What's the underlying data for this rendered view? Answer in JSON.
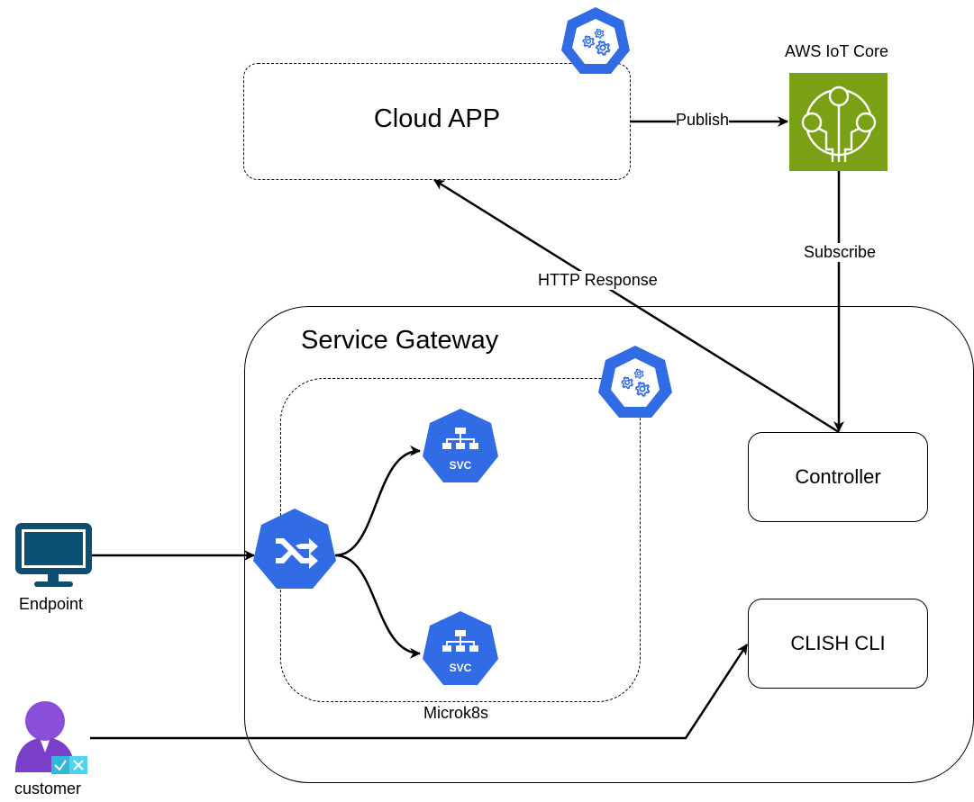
{
  "diagram": {
    "nodes": {
      "cloud_app": {
        "label": "Cloud APP"
      },
      "aws_iot_core": {
        "label": "AWS IoT Core",
        "color": "#7AA116"
      },
      "service_gateway": {
        "label": "Service Gateway"
      },
      "microk8s": {
        "label": "Microk8s"
      },
      "controller": {
        "label": "Controller"
      },
      "clish_cli": {
        "label": "CLISH CLI"
      },
      "endpoint": {
        "label": "Endpoint",
        "icon": "monitor-icon",
        "color": "#0B5073"
      },
      "customer": {
        "label": "customer",
        "icon": "user-icon",
        "color": "#8A4FD8"
      },
      "ingress": {
        "icon": "kubernetes-ingress-icon",
        "color": "#326CE5"
      },
      "svc_top": {
        "label": "SVC",
        "icon": "kubernetes-svc-icon",
        "color": "#326CE5"
      },
      "svc_bottom": {
        "label": "SVC",
        "icon": "kubernetes-svc-icon",
        "color": "#326CE5"
      },
      "k8s_badge_cloud": {
        "icon": "kubernetes-controller-manager-icon",
        "color": "#326CE5"
      },
      "k8s_badge_microk8s": {
        "icon": "kubernetes-controller-manager-icon",
        "color": "#326CE5"
      }
    },
    "edges": {
      "publish": {
        "label": "Publish",
        "from": "Cloud APP",
        "to": "AWS IoT Core"
      },
      "subscribe": {
        "label": "Subscribe",
        "from": "AWS IoT Core",
        "to": "Controller"
      },
      "http_response": {
        "label": "HTTP Response",
        "from": "Controller",
        "to": "Cloud APP"
      },
      "endpoint_ingress": {
        "label": "",
        "from": "Endpoint",
        "to": "Ingress"
      },
      "ingress_svc_top": {
        "label": "",
        "from": "Ingress",
        "to": "SVC"
      },
      "ingress_svc_bottom": {
        "label": "",
        "from": "Ingress",
        "to": "SVC"
      },
      "customer_clish": {
        "label": "",
        "from": "customer",
        "to": "CLISH CLI"
      }
    }
  }
}
